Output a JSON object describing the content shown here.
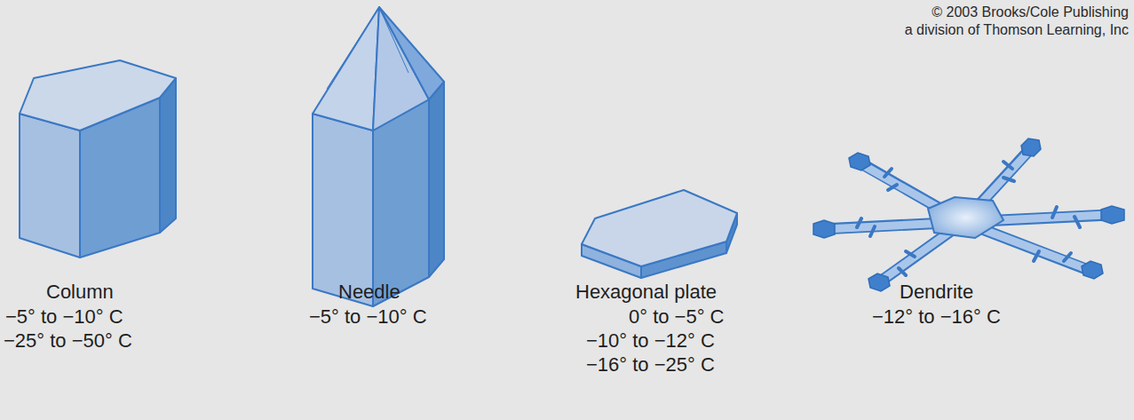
{
  "diagram": {
    "labels": [
      "© 2003 Brooks/Cole Publishing",
      "a division of Thomson Learning, Inc",
      "Column",
      "−5° to −10° C",
      "−25° to −50° C",
      "Needle",
      "−5° to −10° C",
      "Hexagonal plate",
      "0° to −5° C",
      "−10° to −12° C",
      "−16° to −25° C",
      "Dendrite",
      "−12° to −16° C"
    ]
  }
}
